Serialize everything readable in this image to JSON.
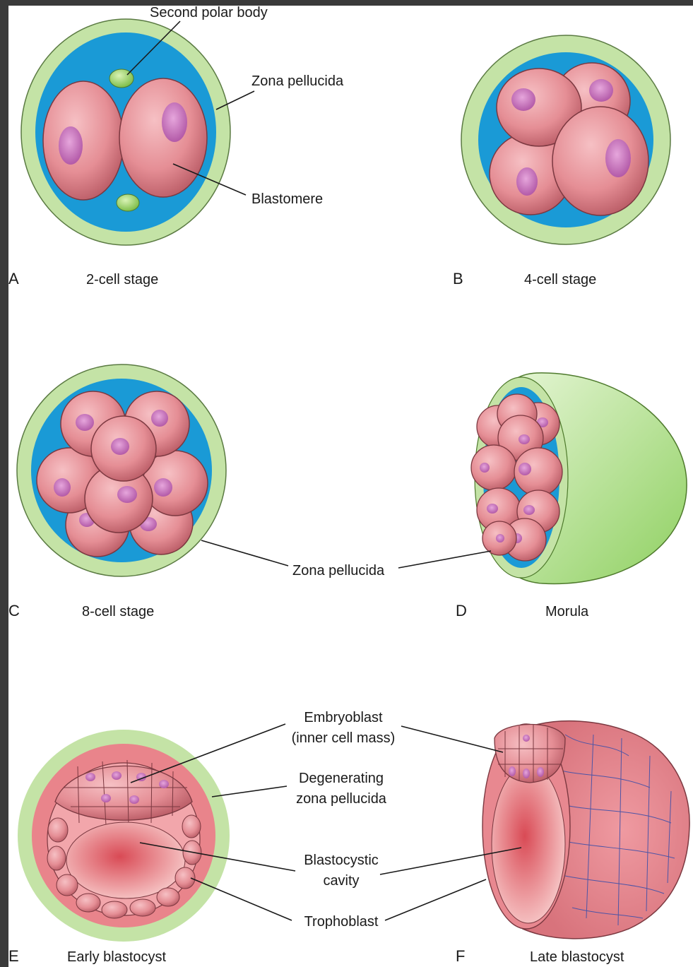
{
  "panels": {
    "a": {
      "letter": "A",
      "caption": "2-cell stage"
    },
    "b": {
      "letter": "B",
      "caption": "4-cell stage"
    },
    "c": {
      "letter": "C",
      "caption": "8-cell stage"
    },
    "d": {
      "letter": "D",
      "caption": "Morula"
    },
    "e": {
      "letter": "E",
      "caption": "Early blastocyst"
    },
    "f": {
      "letter": "F",
      "caption": "Late blastocyst"
    }
  },
  "labels": {
    "second_polar_body": "Second polar body",
    "zona_pellucida_top": "Zona pellucida",
    "blastomere": "Blastomere",
    "zona_pellucida_mid": "Zona pellucida",
    "embryoblast_line1": "Embryoblast",
    "embryoblast_line2": "(inner cell mass)",
    "degenerating_line1": "Degenerating",
    "degenerating_line2": "zona pellucida",
    "cavity_line1": "Blastocystic",
    "cavity_line2": "cavity",
    "trophoblast": "Trophoblast"
  },
  "colors": {
    "zona": "#c4e3a6",
    "fluid": "#1a9ad6",
    "cell": "#e58e95",
    "nucleus": "#c46ab6",
    "polar_body": "#9fd46a",
    "cavity": "#e2727a"
  }
}
